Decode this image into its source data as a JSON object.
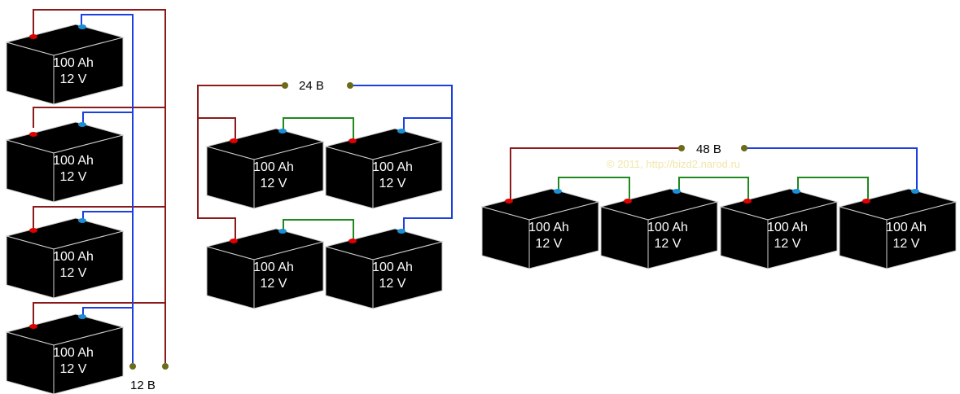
{
  "battery": {
    "capacity": "100 Ah",
    "voltage": "12 V"
  },
  "voltage_labels": {
    "parallel": "12 B",
    "series_parallel": "24 B",
    "series": "48 B"
  },
  "watermark": "© 2011, http://bizd2.narod.ru",
  "colors": {
    "positive_wire": "#8b1a1a",
    "negative_wire": "#1c3fe0",
    "link_wire": "#1e8a1e",
    "positive_terminal": "#e00000",
    "negative_terminal": "#1a8fd6",
    "battery_body": "#000000",
    "node_dot": "#6b6b1a"
  }
}
